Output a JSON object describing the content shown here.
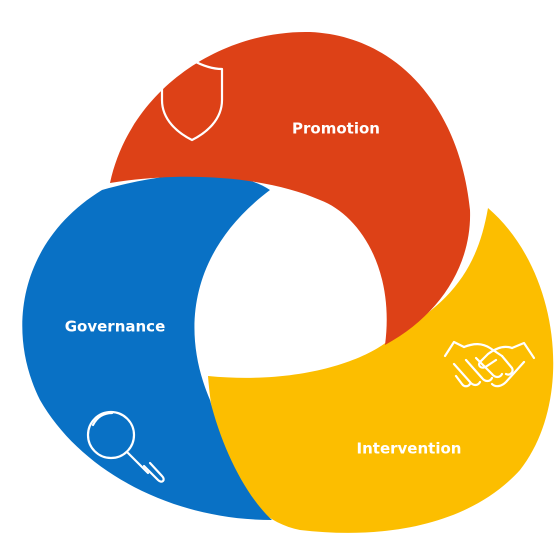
{
  "segments": [
    {
      "id": "promotion",
      "label": "Promotion",
      "color": "#DD4117",
      "icon": "shield-icon"
    },
    {
      "id": "intervention",
      "label": "Intervention",
      "color": "#FCBE00",
      "icon": "handshake-icon"
    },
    {
      "id": "governance",
      "label": "Governance",
      "color": "#0971C5",
      "icon": "magnifier-icon"
    }
  ]
}
